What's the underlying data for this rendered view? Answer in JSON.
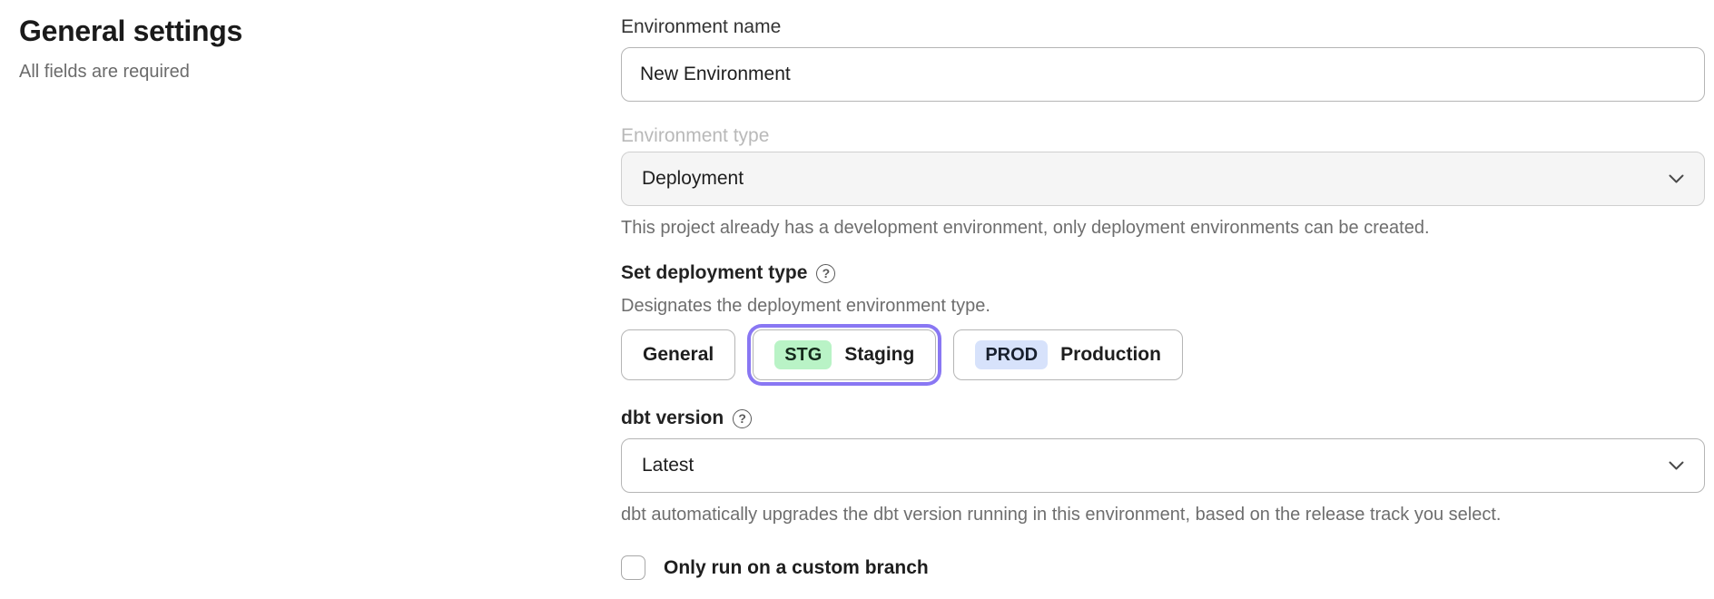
{
  "page": {
    "title": "General settings",
    "subtitle": "All fields are required"
  },
  "form": {
    "environment_name": {
      "label": "Environment name",
      "value": "New Environment"
    },
    "environment_type": {
      "label": "Environment type",
      "value": "Deployment",
      "disabled": true,
      "helper": "This project already has a development environment, only deployment environments can be created."
    },
    "deployment_type": {
      "label": "Set deployment type",
      "description": "Designates the deployment environment type.",
      "options": [
        {
          "label": "General",
          "badge": "",
          "selected": false
        },
        {
          "label": "Staging",
          "badge": "STG",
          "selected": true
        },
        {
          "label": "Production",
          "badge": "PROD",
          "selected": false
        }
      ]
    },
    "dbt_version": {
      "label": "dbt version",
      "value": "Latest",
      "helper": "dbt automatically upgrades the dbt version running in this environment, based on the release track you select."
    },
    "custom_branch": {
      "label": "Only run on a custom branch",
      "checked": false
    }
  },
  "icons": {
    "help": "?"
  },
  "colors": {
    "selected_outline": "#8977f3",
    "badge_stg_bg": "#b9f3c6",
    "badge_prod_bg": "#d7e2fb",
    "disabled_select_bg": "#f5f5f5",
    "helper_text": "#6e6e6e",
    "disabled_label": "#b9b9b9"
  }
}
